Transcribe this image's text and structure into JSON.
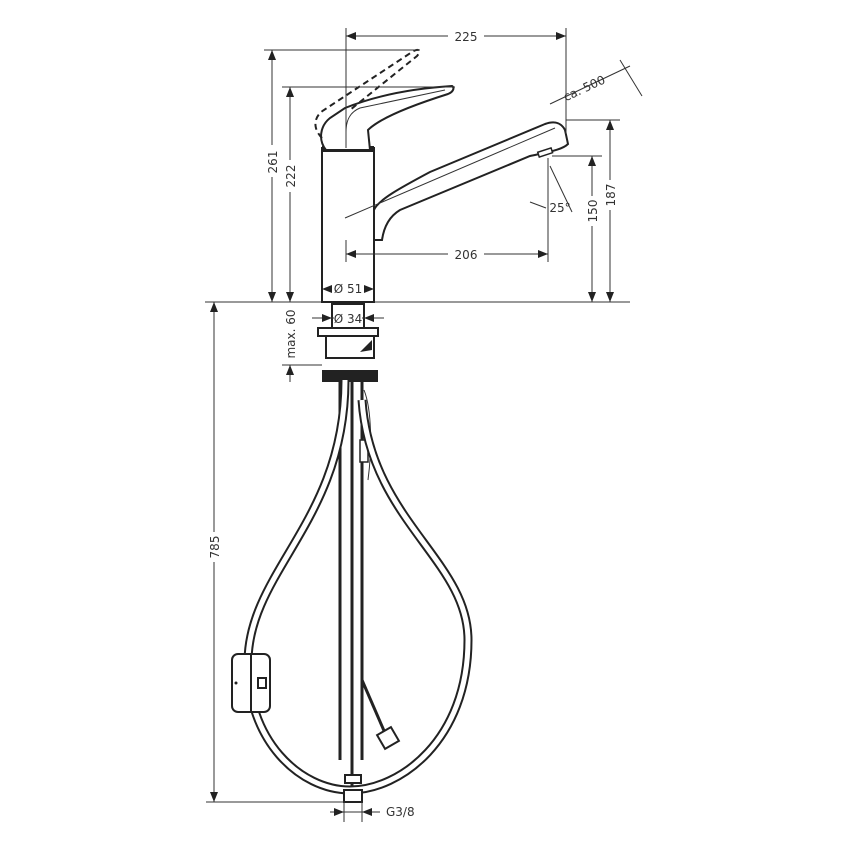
{
  "drawing": {
    "subject": "pull-out spray kitchen mixer tap technical dimension drawing",
    "dimensions": {
      "spout_reach": "225",
      "pullout_length": "ca. 500",
      "total_height": "261",
      "lever_height": "222",
      "outlet_to_deck": "206",
      "spray_angle": "25°",
      "outlet_height": "150",
      "spout_top_height": "187",
      "body_diameter": "Ø 51",
      "shank_diameter": "Ø 34",
      "max_deck_thickness": "max. 60",
      "hose_length": "785",
      "connection_thread": "G3/8"
    }
  }
}
